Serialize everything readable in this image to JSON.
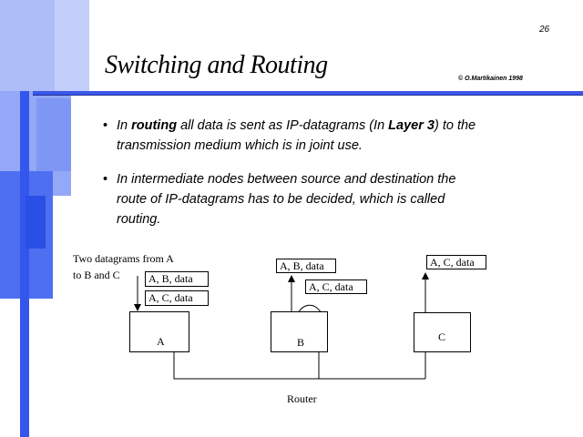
{
  "page_number": "26",
  "title": "Switching and Routing",
  "copyright": "© O.Martikainen  1998",
  "bullets": [
    {
      "lines": [
        [
          "In ",
          {
            "b": "routing"
          },
          " all data is sent as IP-datagrams (In ",
          {
            "b": "Layer 3"
          },
          ") to the"
        ],
        [
          "transmission medium which is in joint use."
        ]
      ]
    },
    {
      "lines": [
        [
          "In intermediate nodes between source and destination the"
        ],
        [
          "route of IP-datagrams has to be decided, which is called"
        ],
        [
          "routing."
        ]
      ]
    }
  ],
  "diagram": {
    "caption_line1": "Two datagrams from A",
    "caption_line2": "to B and C",
    "nodes": {
      "a": "A",
      "b": "B",
      "c": "C"
    },
    "packets": {
      "a_ab": "A, B, data",
      "a_ac": "A, C, data",
      "b_ab": "A, B, data",
      "b_ac": "A, C, data",
      "c_ac": "A, C, data"
    },
    "router_label": "Router"
  },
  "colors": {
    "decor_light": "#b0bff9",
    "decor_mid": "#7f97f4",
    "decor_bright": "#4d6ff0",
    "decor_dark": "#2a4fe6",
    "rule": "#3b57e8"
  }
}
